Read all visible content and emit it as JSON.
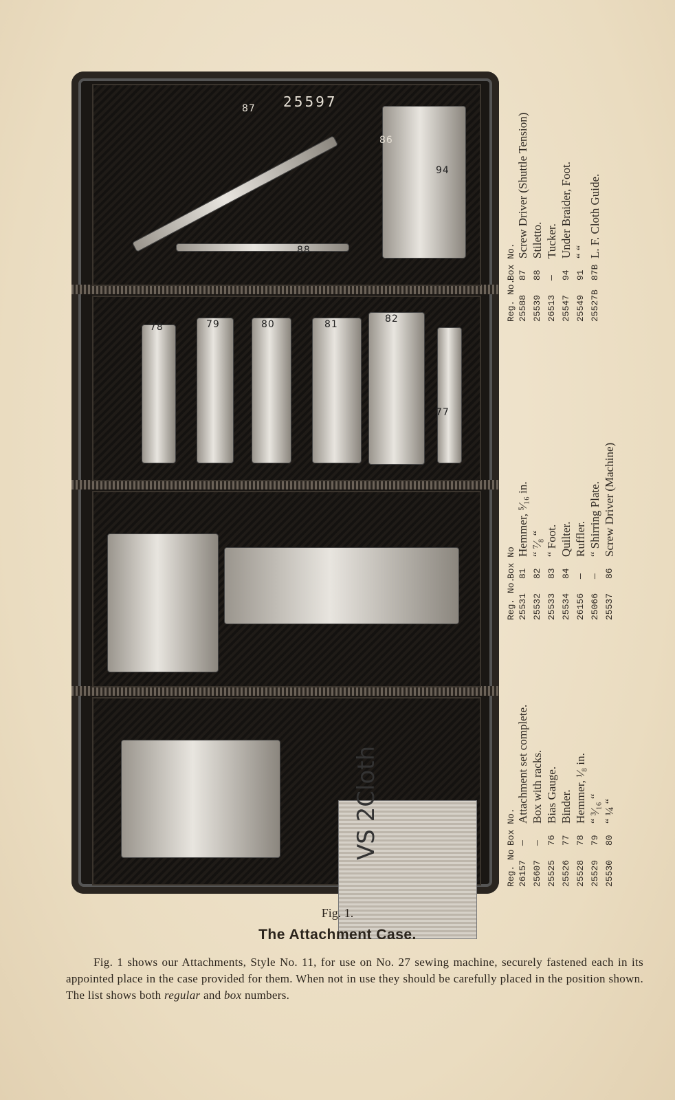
{
  "photo": {
    "case_number": "25597",
    "part_numbers_top": [
      "87",
      "86",
      "94",
      "88"
    ],
    "part_numbers_feet": [
      "78",
      "79",
      "80",
      "81",
      "82",
      "77"
    ],
    "card_text": "VS 2Cloth"
  },
  "parts_list": {
    "col1": {
      "headers": [
        "Reg. No",
        "Box No."
      ],
      "rows": [
        [
          "26157",
          "—",
          "Attachment set complete."
        ],
        [
          "25607",
          "—",
          "Box with racks."
        ],
        [
          "25525",
          "76",
          "Bias Gauge."
        ],
        [
          "25526",
          "77",
          "Binder."
        ],
        [
          "25528",
          "78",
          "Hemmer, ¹⁄₈ in."
        ],
        [
          "25529",
          "79",
          "“   ³⁄₁₆ “"
        ],
        [
          "25530",
          "80",
          "“   ¼ “"
        ]
      ]
    },
    "col2": {
      "headers": [
        "Reg. No.",
        "Box No"
      ],
      "rows": [
        [
          "25531",
          "81",
          "Hemmer, ⁵⁄₁₆ in."
        ],
        [
          "25532",
          "82",
          "“   ⁷⁄₈ “"
        ],
        [
          "25533",
          "83",
          "“   Foot."
        ],
        [
          "25534",
          "84",
          "Quilter."
        ],
        [
          "26156",
          "—",
          "Ruffler."
        ],
        [
          "25066",
          "—",
          "“   Shirring Plate."
        ],
        [
          "25537",
          "86",
          "Screw Driver (Machine)"
        ]
      ]
    },
    "col3": {
      "headers": [
        "Reg. No.",
        "Box No."
      ],
      "rows": [
        [
          "25588",
          "87",
          "Screw Driver (Shuttle Tension)"
        ],
        [
          "25539",
          "88",
          "Stiletto."
        ],
        [
          "26513",
          "—",
          "Tucker."
        ],
        [
          "25547",
          "94",
          "Under Braider, Foot."
        ],
        [
          "25549",
          "91",
          "“   “"
        ],
        [
          "25527B",
          "87B",
          "L. F. Cloth Guide."
        ]
      ]
    }
  },
  "figure_label": "Fig. 1.",
  "title": "The Attachment Case.",
  "paragraph": {
    "p1": "Fig. 1 shows our Attachments, Style No. 11, for use on No. 27 sewing machine, securely fastened each in its appointed place in the case provided for them. When not in use they should be carefully placed in the position shown. The list shows both ",
    "em1": "regular",
    "p2": " and ",
    "em2": "box",
    "p3": " numbers."
  }
}
